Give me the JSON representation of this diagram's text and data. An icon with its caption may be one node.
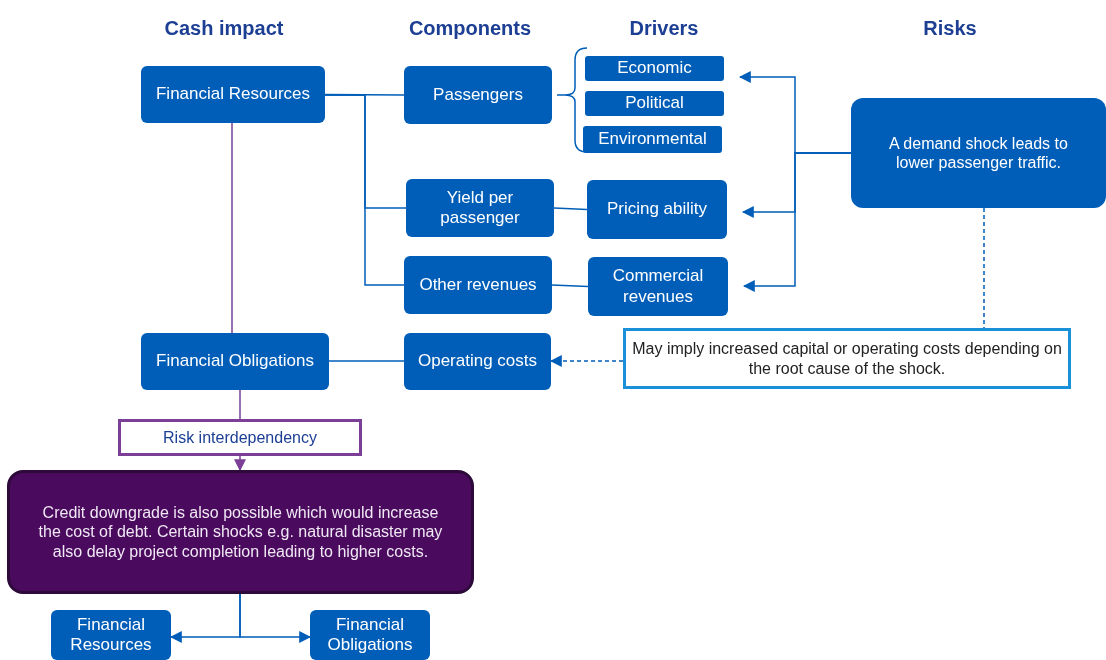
{
  "diagram": {
    "nodes": [
      {
        "text": [
          "Financial Resources"
        ]
      },
      {
        "text": [
          "Passengers"
        ]
      },
      {
        "text": [
          "Economic"
        ]
      },
      {
        "text": [
          "Political"
        ]
      },
      {
        "text": [
          "Environmental"
        ]
      },
      {
        "text": [
          "Yield per passenger"
        ]
      },
      {
        "text": [
          "Pricing ability"
        ]
      },
      {
        "text": [
          "A demand shock leads to lower passenger traffic."
        ]
      },
      {
        "text": [
          "Other revenues"
        ]
      },
      {
        "text": [
          "Commercial revenues"
        ]
      },
      {
        "text": [
          "Financial Obligations"
        ]
      },
      {
        "text": [
          "Operating costs"
        ]
      },
      {
        "text": [
          "May imply increased capital or operating costs depending on the root cause of the shock."
        ]
      },
      {
        "text": [
          "Risk interdependency"
        ]
      },
      {
        "text": [
          "Credit downgrade is also possible which would increase the cost of debt. Certain shocks e.g. natural disaster may also delay project completion leading to higher costs."
        ]
      },
      {
        "text": [
          "Financial Resources"
        ]
      },
      {
        "text": [
          "Financial Obligations"
        ]
      }
    ],
    "edges": [
      {
        "from": 0,
        "to": 1,
        "arrow": "none"
      },
      {
        "from": 0,
        "to": 5,
        "arrow": "none"
      },
      {
        "from": 0,
        "to": 8,
        "arrow": "none"
      },
      {
        "from": 5,
        "to": 6,
        "arrow": "none"
      },
      {
        "from": 8,
        "to": 9,
        "arrow": "none"
      },
      {
        "from": 7,
        "to": 2,
        "arrow": "to"
      },
      {
        "from": 7,
        "to": 6,
        "arrow": "to"
      },
      {
        "from": 7,
        "to": 9,
        "arrow": "to"
      },
      {
        "from": 7,
        "to": 12,
        "arrow": "none",
        "style": "dashed"
      },
      {
        "from": 12,
        "to": 11,
        "arrow": "to",
        "style": "dashed"
      },
      {
        "from": 11,
        "to": 10,
        "arrow": "none"
      },
      {
        "from": 0,
        "to": 10,
        "arrow": "none",
        "color": "#7b3f98"
      },
      {
        "from": 10,
        "to": 13,
        "arrow": "none",
        "color": "#7b3f98"
      },
      {
        "from": 13,
        "to": 14,
        "arrow": "to",
        "color": "#7b3f98"
      },
      {
        "from": 14,
        "to": 15,
        "arrow": "to"
      },
      {
        "from": 14,
        "to": 16,
        "arrow": "to"
      }
    ],
    "labels": [
      "Cash impact",
      "Components",
      "Drivers",
      "Risks"
    ]
  }
}
